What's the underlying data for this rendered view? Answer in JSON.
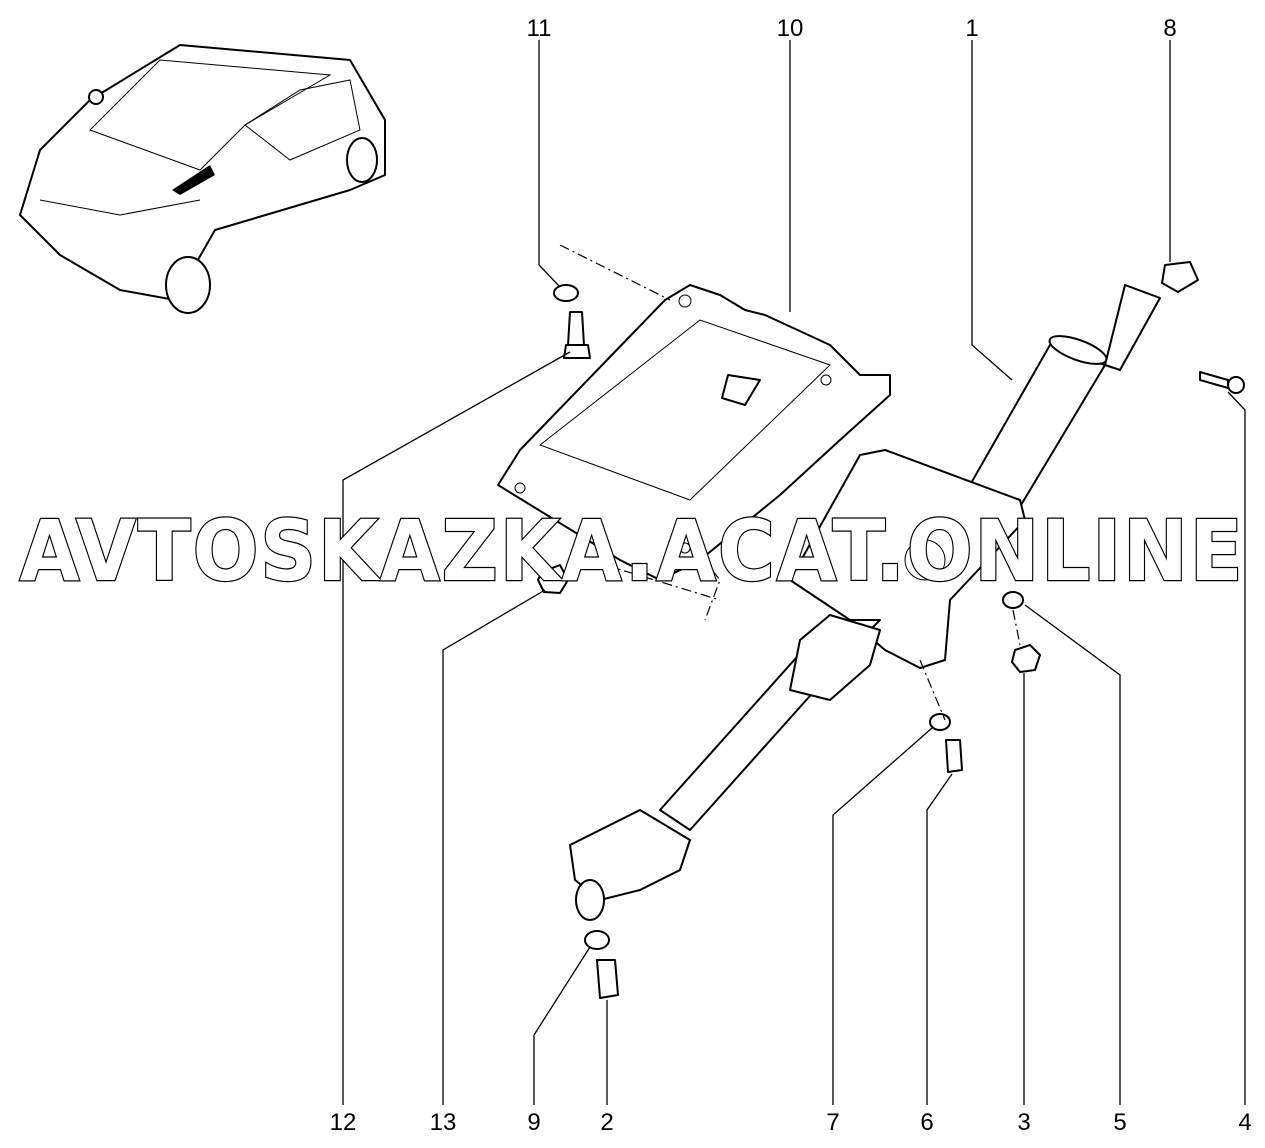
{
  "diagram": {
    "title": "Steering column assembly",
    "callouts": [
      "1",
      "2",
      "3",
      "4",
      "5",
      "6",
      "7",
      "8",
      "9",
      "10",
      "11",
      "12",
      "13"
    ],
    "watermark": "AVTOSKAZKA.ACAT.ONLINE"
  }
}
